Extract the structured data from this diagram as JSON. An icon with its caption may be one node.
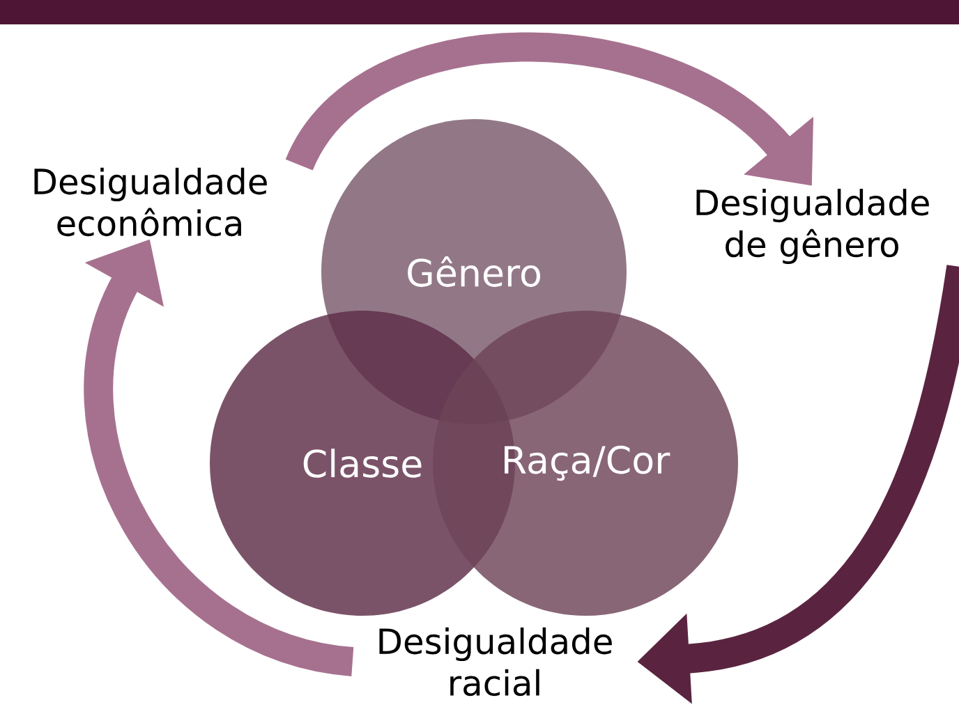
{
  "diagram": {
    "nodes": [
      {
        "text": [
          "Desigualdade econômica"
        ]
      },
      {
        "text": [
          "Desigualdade de gênero"
        ]
      },
      {
        "text": [
          "Gênero"
        ]
      },
      {
        "text": [
          "Classe"
        ]
      },
      {
        "text": [
          "Raça/Cor"
        ]
      },
      {
        "text": [
          "Desigualdade racial"
        ]
      }
    ],
    "edges": [
      {
        "from": 0,
        "to": 1,
        "arrow": "to"
      },
      {
        "from": 1,
        "to": 5,
        "arrow": "to",
        "color": "#5a2440"
      },
      {
        "from": 5,
        "to": 0,
        "arrow": "to"
      }
    ]
  }
}
